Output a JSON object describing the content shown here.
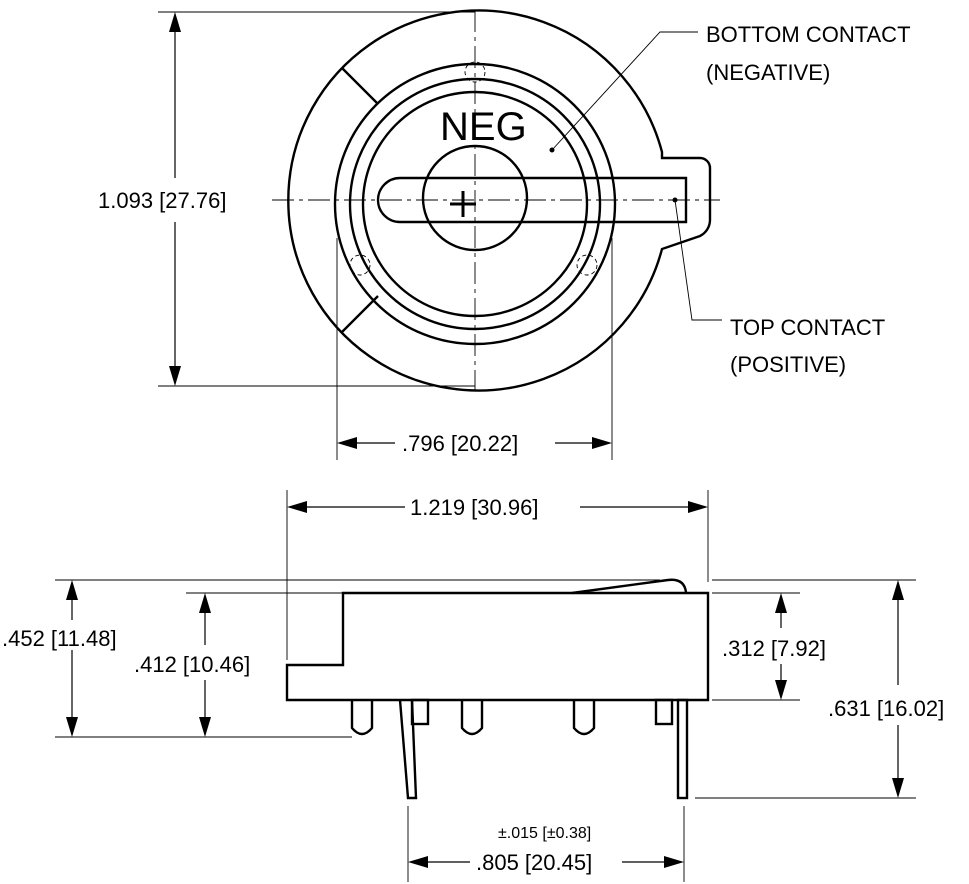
{
  "top_view": {
    "neg_label": "NEG",
    "plus_label": "+",
    "dim_height": "1.093 [27.76]",
    "dim_width": ".796 [20.22]",
    "bottom_contact_label_1": "BOTTOM CONTACT",
    "bottom_contact_label_2": "(NEGATIVE)",
    "top_contact_label_1": "TOP CONTACT",
    "top_contact_label_2": "(POSITIVE)"
  },
  "side_view": {
    "dim_total_width": "1.219 [30.96]",
    "dim_overall_left": ".452 [11.48]",
    "dim_inner_left": ".412 [10.46]",
    "dim_right_body": ".312 [7.92]",
    "dim_right_total": ".631 [16.02]",
    "dim_tolerance": "±.015 [±0.38]",
    "dim_pin_spacing": ".805 [20.45]"
  }
}
